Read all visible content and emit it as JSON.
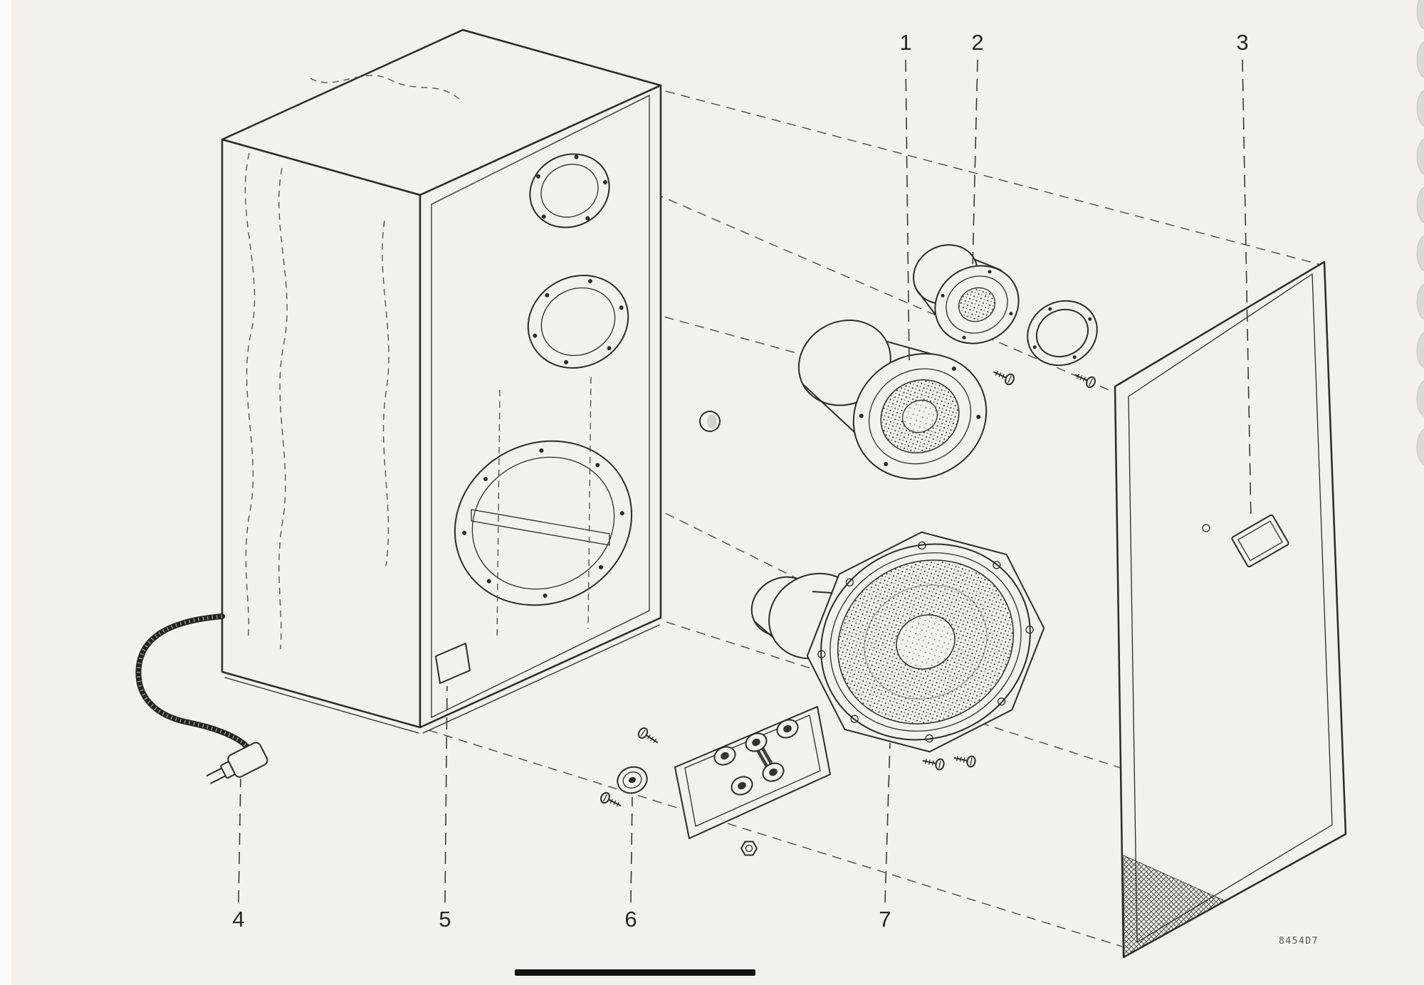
{
  "page": {
    "background": "#f2f1ed",
    "ink": "#2c2b26",
    "drawing_code": "8454D7"
  },
  "callouts": [
    {
      "number": "1",
      "part": "midrange-driver"
    },
    {
      "number": "2",
      "part": "tweeter-driver"
    },
    {
      "number": "3",
      "part": "grille-badge"
    },
    {
      "number": "4",
      "part": "mains-cord-plug"
    },
    {
      "number": "5",
      "part": "vent-grille"
    },
    {
      "number": "6",
      "part": "input-cup"
    },
    {
      "number": "7",
      "part": "woofer-driver"
    }
  ]
}
